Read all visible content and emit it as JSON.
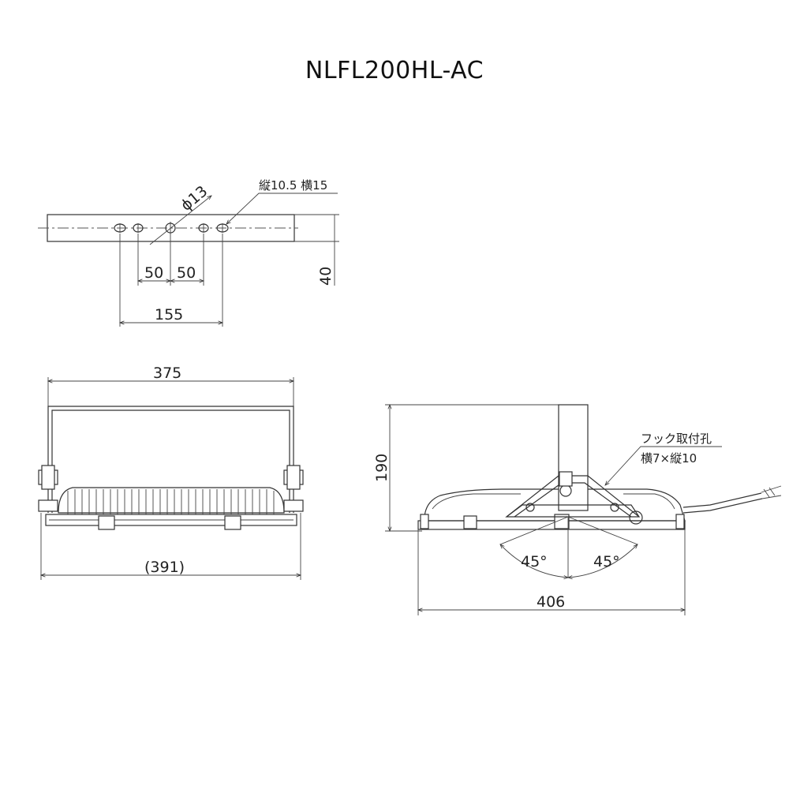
{
  "title": "NLFL200HL-AC",
  "top_view": {
    "hole_diameter": "ϕ13",
    "slot_size": "縦10.5 横15",
    "dim_left_pitch": "50",
    "dim_right_pitch": "50",
    "dim_hole_span": "155",
    "dim_height": "40"
  },
  "front_view": {
    "dim_bracket_width": "375",
    "dim_overall_width": "(391)"
  },
  "side_view": {
    "dim_height": "190",
    "hook_label_1": "フック取付孔",
    "hook_label_2": "横7×縦10",
    "angle_left": "45°",
    "angle_right": "45°",
    "dim_width": "406"
  }
}
